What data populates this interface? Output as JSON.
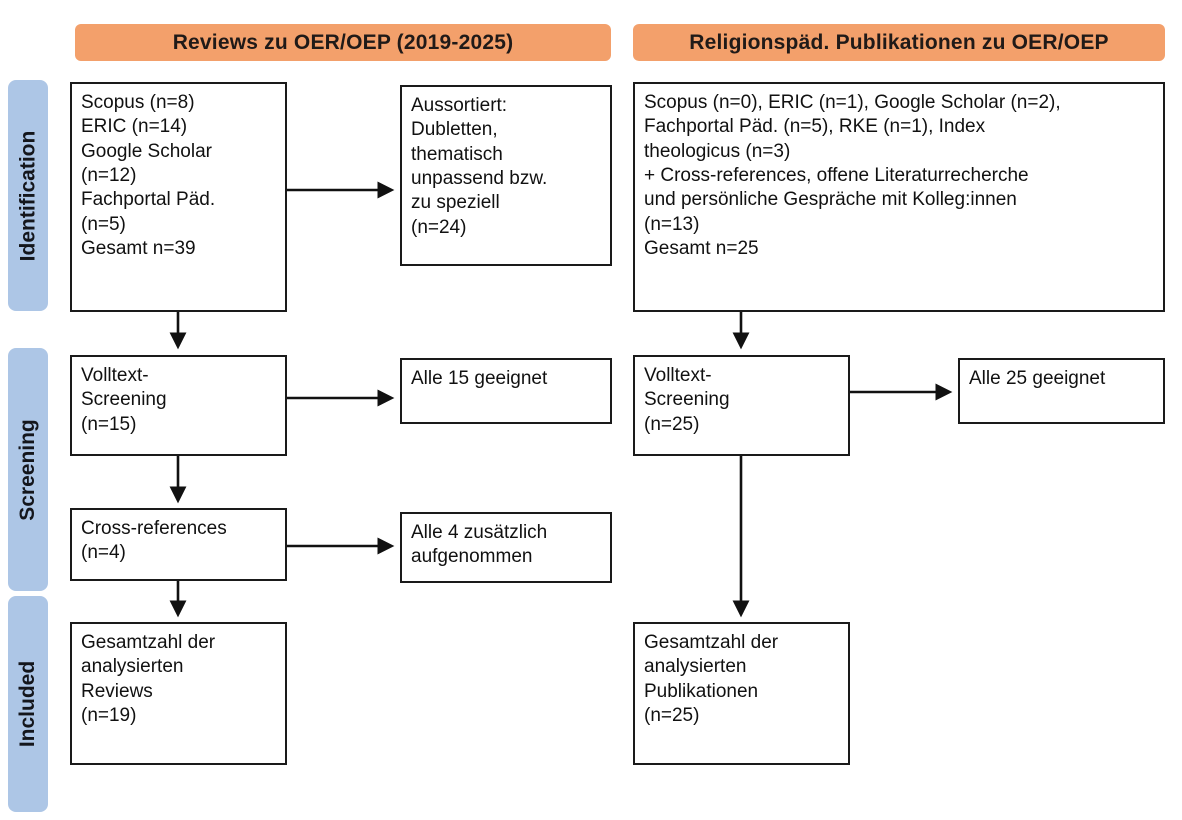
{
  "headers": {
    "left": "Reviews zu OER/OEP (2019-2025)",
    "right": "Religionspäd. Publikationen zu OER/OEP"
  },
  "stages": {
    "identification": "Identification",
    "screening": "Screening",
    "included": "Included"
  },
  "left_column": {
    "sources": "Scopus (n=8)\nERIC (n=14)\nGoogle Scholar\n(n=12)\nFachportal Päd.\n(n=5)\nGesamt n=39",
    "excluded": "Aussortiert:\nDubletten,\nthematisch\nunpassend bzw.\nzu speziell\n(n=24)",
    "screening": "Volltext-\nScreening\n(n=15)",
    "screening_result": "Alle 15 geeignet",
    "cross_references": "Cross-references\n(n=4)",
    "cross_result": "Alle 4 zusätzlich\naufgenommen",
    "included": "Gesamtzahl der\nanalysierten\nReviews\n(n=19)"
  },
  "right_column": {
    "sources": "Scopus (n=0), ERIC (n=1), Google Scholar (n=2),\nFachportal Päd. (n=5), RKE (n=1), Index\ntheologicus (n=3)\n+ Cross-references, offene Literaturrecherche\nund persönliche Gespräche mit Kolleg:innen\n(n=13)\nGesamt n=25",
    "screening": "Volltext-\nScreening\n(n=25)",
    "screening_result": "Alle 25 geeignet",
    "included": "Gesamtzahl der\nanalysierten\nPublikationen\n(n=25)"
  },
  "colors": {
    "header_bg": "#f3a06b",
    "stage_bg": "#adc6e6",
    "box_border": "#1a1a1a",
    "arrow": "#111111"
  }
}
